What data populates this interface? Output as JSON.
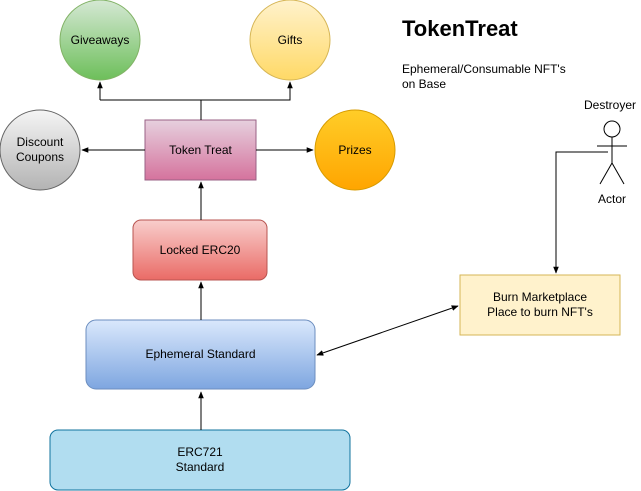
{
  "title": "TokenTreat",
  "subtitle": "Ephemeral/Consumable NFT's\non Base",
  "nodes": {
    "giveaways": "Giveaways",
    "gifts": "Gifts",
    "discount_coupons": "Discount\nCoupons",
    "token_treat": "Token Treat",
    "prizes": "Prizes",
    "locked_erc20": "Locked ERC20",
    "ephemeral_standard": "Ephemeral Standard",
    "erc721_standard": "ERC721\nStandard",
    "burn_marketplace": "Burn Marketplace\nPlace to burn NFT's"
  },
  "actor": {
    "role_label": "Destroyer",
    "type_label": "Actor"
  },
  "colors": {
    "giveaways": "#7cc56a",
    "gifts": "#fde58a",
    "discount_coupons": "#c8c8c8",
    "token_treat": "#dba3c4",
    "prizes": "#ffb300",
    "locked_erc20": "#ef8f8f",
    "ephemeral_standard": "#a8c4f0",
    "erc721_standard": "#b1ddf0",
    "burn_marketplace": "#fff2a8"
  }
}
